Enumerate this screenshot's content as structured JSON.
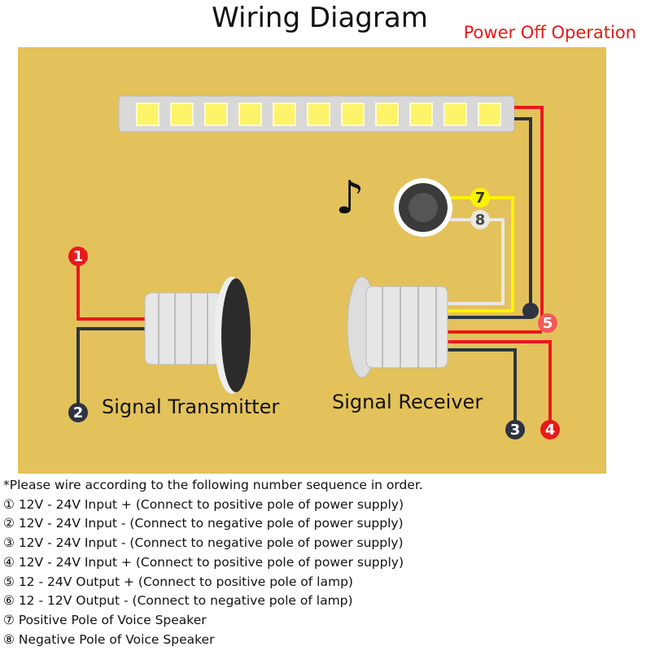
{
  "header": {
    "title": "Wiring Diagram",
    "mode": "Power Off Operation"
  },
  "diagram": {
    "transmitter_label": "Signal Transmitter",
    "receiver_label": "Signal Receiver",
    "terminals": [
      "1",
      "2",
      "3",
      "4",
      "5",
      "7",
      "8"
    ],
    "icons": [
      "led-strip",
      "music-note-icon",
      "speaker",
      "transmitter-sensor",
      "receiver-sensor"
    ],
    "colors": {
      "background": "#e3c25b",
      "positive": "#e8191c",
      "negative": "#2d3340",
      "speaker_positive": "#fff200",
      "speaker_negative": "#e8e8e0"
    }
  },
  "notes": {
    "intro": "*Please wire according to the following number sequence in order.",
    "items": [
      "① 12V - 24V Input + (Connect to positive pole of power supply)",
      "② 12V - 24V Input - (Connect to negative pole of power supply)",
      "③ 12V - 24V Input - (Connect to negative pole of power supply)",
      "④ 12V - 24V Input + (Connect to positive pole of power supply)",
      "⑤ 12 - 24V Output + (Connect to positive pole of lamp)",
      "⑥ 12 - 12V Output - (Connect to negative pole of lamp)",
      "⑦ Positive Pole of Voice Speaker",
      "⑧ Negative Pole of Voice Speaker"
    ]
  }
}
